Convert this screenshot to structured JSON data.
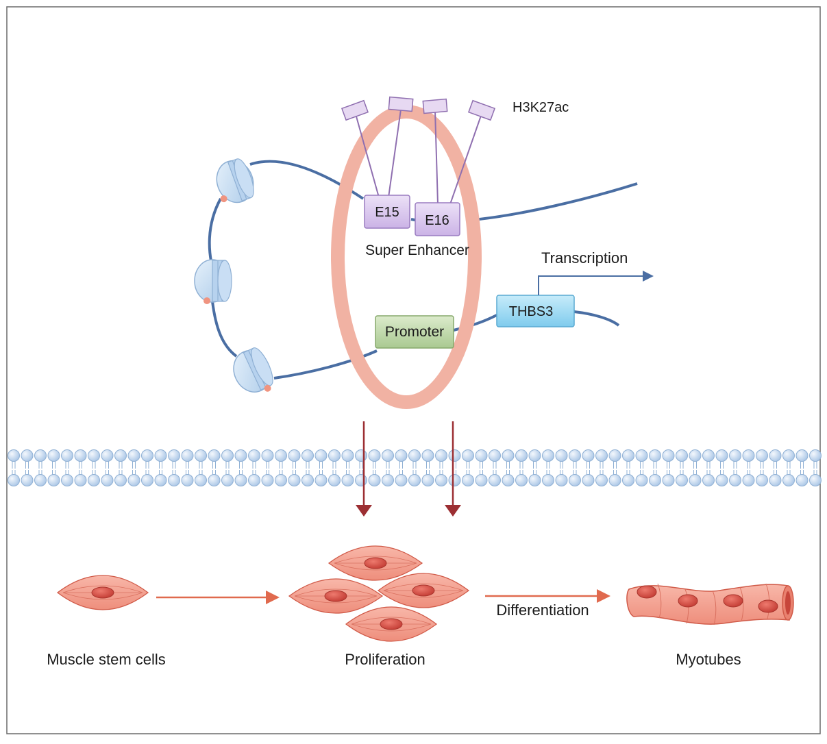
{
  "labels": {
    "h3k27ac": "H3K27ac",
    "e15": "E15",
    "e16": "E16",
    "super_enhancer": "Super Enhancer",
    "transcription": "Transcription",
    "thbs3": "THBS3",
    "promoter": "Promoter",
    "muscle_stem_cells": "Muscle stem cells",
    "proliferation": "Proliferation",
    "differentiation": "Differentiation",
    "myotubes": "Myotubes"
  },
  "colors": {
    "dna": "#4a6ea3",
    "loop_ring": "#f1b2a3",
    "acetyl_mark": "#e7d9f2",
    "acetyl_line": "#8f6fb0",
    "enhancer_box": "#dcc9ef",
    "promoter_box": "#c6ddb0",
    "gene_box": "#9fd8f0",
    "nucleosome": "#c4dcf3",
    "membrane_head": "#cfe0f3",
    "signal_arrow": "#9c2f33",
    "process_arrow": "#e06a4e",
    "cell_body": "#f29a8a",
    "nucleus": "#d9473e"
  }
}
